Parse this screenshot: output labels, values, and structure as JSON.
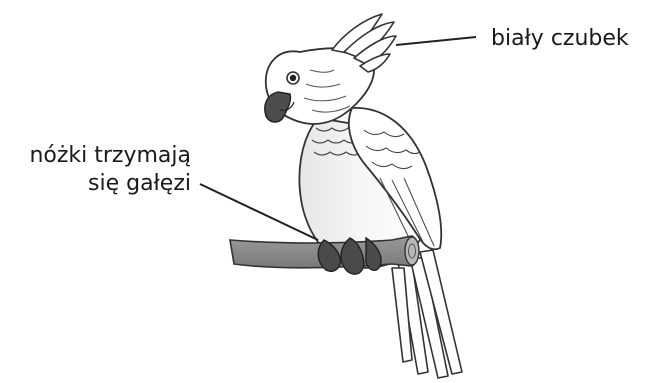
{
  "labels": {
    "crest": "biały czubek",
    "feet_line1": "nóżki trzymają",
    "feet_line2": "się gałęzi"
  },
  "colors": {
    "outline": "#333333",
    "branch": "#8c8c8c",
    "belly_shade": "#d9d9d9",
    "feet": "#4a4a4a",
    "beak": "#4d4d4d"
  },
  "icons": {
    "subject": "cockatoo-illustration"
  }
}
